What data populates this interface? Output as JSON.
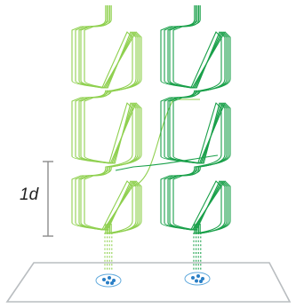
{
  "scale_bar": {
    "label": "1d"
  },
  "strands": [
    {
      "name": "light-green-strand-bundle",
      "color": "#8fd04f"
    },
    {
      "name": "dark-green-strand-bundle",
      "color": "#1aa04a"
    }
  ],
  "base_clusters": [
    {
      "name": "left-cluster",
      "dot_color": "#2a7fc6"
    },
    {
      "name": "right-cluster",
      "dot_color": "#2a7fc6"
    }
  ],
  "colors": {
    "surface": "#b9bdc0",
    "scale_bar": "#8c8c8c",
    "cluster_ring": "#5ea8dc"
  }
}
